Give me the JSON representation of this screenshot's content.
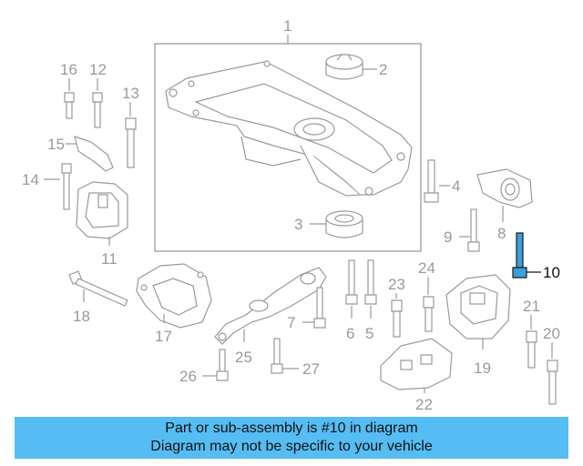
{
  "callouts": {
    "c1": "1",
    "c2": "2",
    "c3": "3",
    "c4": "4",
    "c5": "5",
    "c6": "6",
    "c7": "7",
    "c8": "8",
    "c9": "9",
    "c10": "10",
    "c11": "11",
    "c12": "12",
    "c13": "13",
    "c14": "14",
    "c15": "15",
    "c16": "16",
    "c17": "17",
    "c18": "18",
    "c19": "19",
    "c20": "20",
    "c21": "21",
    "c22": "22",
    "c23": "23",
    "c24": "24",
    "c25": "25",
    "c26": "26",
    "c27": "27"
  },
  "highlighted_part": "10",
  "colors": {
    "highlight": "#3aa0d8",
    "banner": "#55bdf3",
    "line": "#9a9a9a"
  },
  "banner": {
    "line1": "Part or sub-assembly is #10 in diagram",
    "line2": "Diagram may not be specific to your vehicle"
  }
}
